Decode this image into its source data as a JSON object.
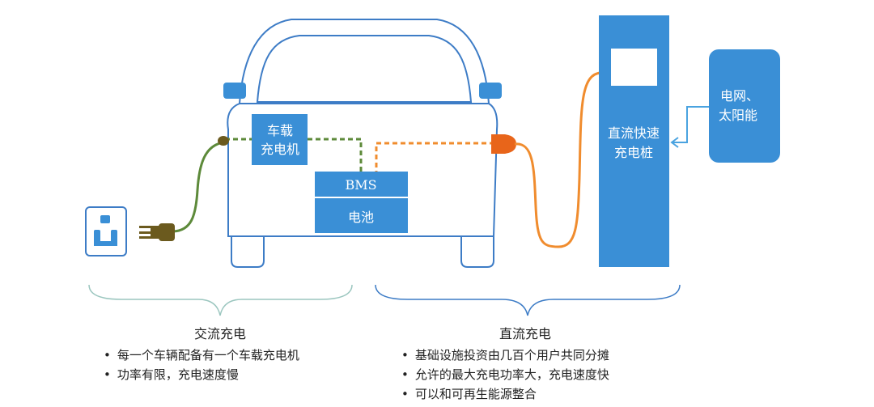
{
  "diagram": {
    "onboard_charger_line1": "车载",
    "onboard_charger_line2": "充电机",
    "bms": "BMS",
    "battery": "电池",
    "dc_station_line1": "直流快速",
    "dc_station_line2": "充电桩",
    "grid_line1": "电网、",
    "grid_line2": "太阳能"
  },
  "ac": {
    "title": "交流充电",
    "bullets": [
      "每一个车辆配备有一个车载充电机",
      "功率有限，充电速度慢"
    ]
  },
  "dc": {
    "title": "直流充电",
    "bullets": [
      "基础设施投资由几百个用户共同分摊",
      "允许的最大充电功率大，充电速度快",
      "可以和可再生能源整合"
    ]
  },
  "colors": {
    "primary_blue": "#3a8fd6",
    "outline_blue": "#3d7cc6",
    "ac_cable_green": "#5d8a3a",
    "ac_plug_olive": "#6b5a1e",
    "dc_cable_orange": "#f08c2e",
    "dc_plug_orange": "#e8651a"
  }
}
